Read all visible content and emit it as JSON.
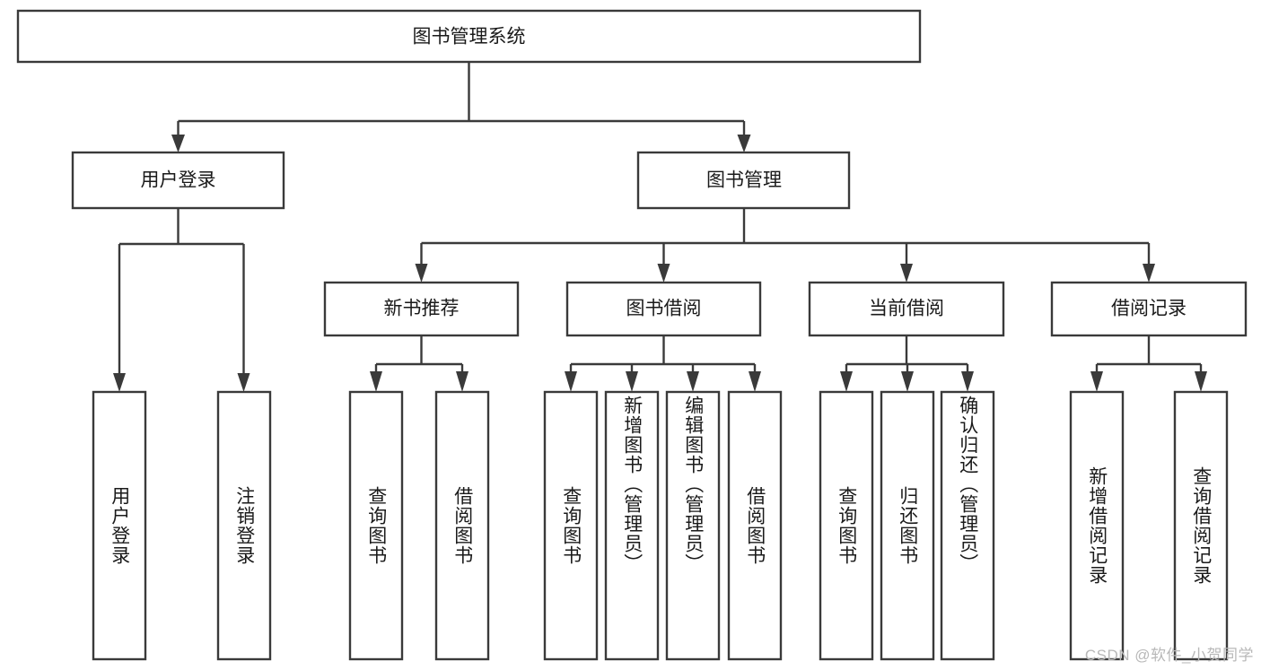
{
  "diagram": {
    "title": "图书管理系统",
    "type": "tree-hierarchy-diagram",
    "colors": {
      "box_stroke": "#3a3a3a",
      "box_fill": "#ffffff",
      "text": "#1a1a1a",
      "background": "#ffffff",
      "watermark": "#b8b8b8"
    },
    "root": {
      "label": "图书管理系统"
    },
    "level1": [
      {
        "label": "用户登录"
      },
      {
        "label": "图书管理"
      }
    ],
    "level2": [
      {
        "label": "新书推荐"
      },
      {
        "label": "图书借阅"
      },
      {
        "label": "当前借阅"
      },
      {
        "label": "借阅记录"
      }
    ],
    "leaves": {
      "user_login": [
        {
          "label": "用户登录"
        },
        {
          "label": "注销登录"
        }
      ],
      "new_book_recommend": [
        {
          "label": "查询图书"
        },
        {
          "label": "借阅图书"
        }
      ],
      "book_borrow": [
        {
          "label": "查询图书"
        },
        {
          "label": "新增图书（管理员）"
        },
        {
          "label": "编辑图书（管理员）"
        },
        {
          "label": "借阅图书"
        }
      ],
      "current_borrow": [
        {
          "label": "查询图书"
        },
        {
          "label": "归还图书"
        },
        {
          "label": "确认归还（管理员）"
        }
      ],
      "borrow_record": [
        {
          "label": "新增借阅记录"
        },
        {
          "label": "查询借阅记录"
        }
      ]
    }
  },
  "watermark": {
    "text": "CSDN @软件_小贺同学"
  }
}
